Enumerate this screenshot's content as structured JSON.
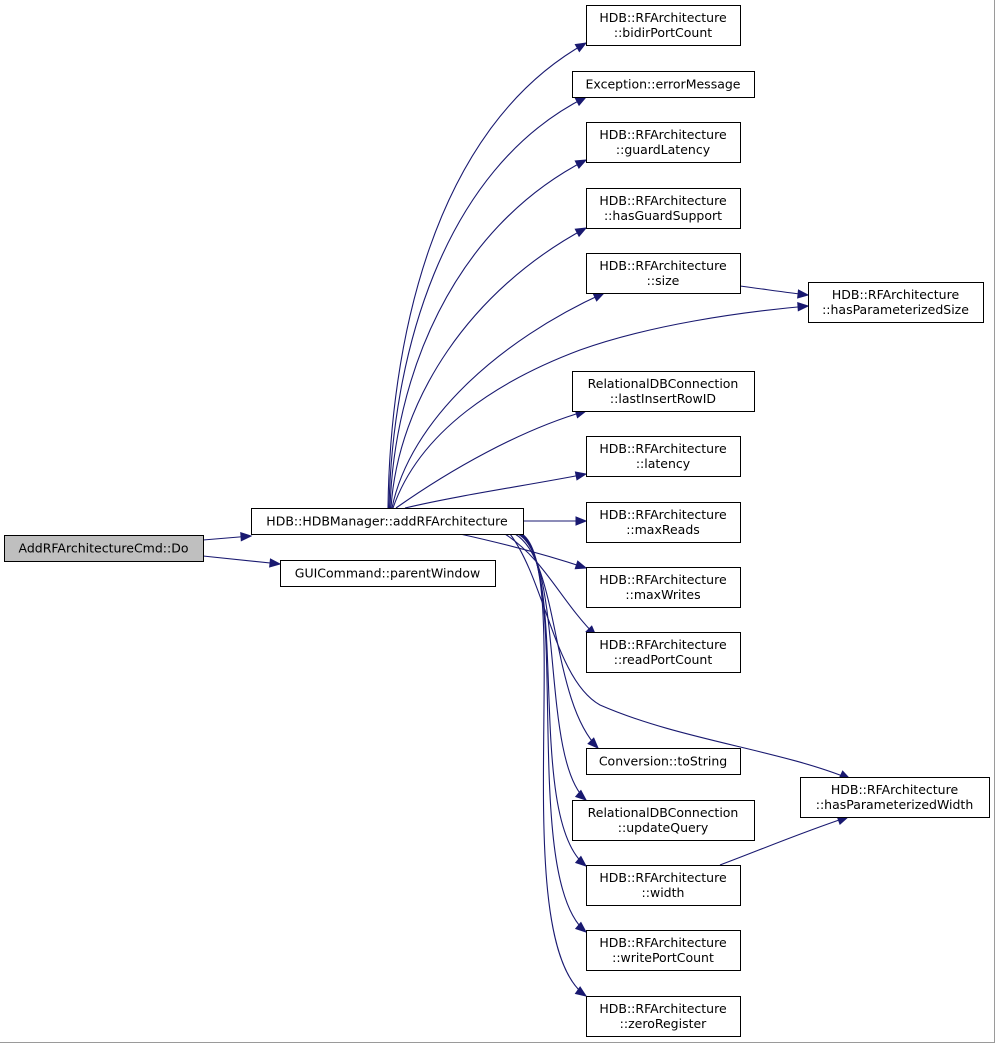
{
  "diagram": {
    "nodes": [
      {
        "id": "root",
        "lines": [
          "AddRFArchitectureCmd::Do"
        ]
      },
      {
        "id": "addrf",
        "lines": [
          "HDB::HDBManager::addRFArchitecture"
        ]
      },
      {
        "id": "parentwindow",
        "lines": [
          "GUICommand::parentWindow"
        ]
      },
      {
        "id": "bidir",
        "lines": [
          "HDB::RFArchitecture",
          "::bidirPortCount"
        ]
      },
      {
        "id": "errmsg",
        "lines": [
          "Exception::errorMessage"
        ]
      },
      {
        "id": "guardlat",
        "lines": [
          "HDB::RFArchitecture",
          "::guardLatency"
        ]
      },
      {
        "id": "hasguard",
        "lines": [
          "HDB::RFArchitecture",
          "::hasGuardSupport"
        ]
      },
      {
        "id": "size",
        "lines": [
          "HDB::RFArchitecture",
          "::size"
        ]
      },
      {
        "id": "hasparamsize",
        "lines": [
          "HDB::RFArchitecture",
          "::hasParameterizedSize"
        ]
      },
      {
        "id": "lastinsert",
        "lines": [
          "RelationalDBConnection",
          "::lastInsertRowID"
        ]
      },
      {
        "id": "latency",
        "lines": [
          "HDB::RFArchitecture",
          "::latency"
        ]
      },
      {
        "id": "maxreads",
        "lines": [
          "HDB::RFArchitecture",
          "::maxReads"
        ]
      },
      {
        "id": "maxwrites",
        "lines": [
          "HDB::RFArchitecture",
          "::maxWrites"
        ]
      },
      {
        "id": "readport",
        "lines": [
          "HDB::RFArchitecture",
          "::readPortCount"
        ]
      },
      {
        "id": "tostring",
        "lines": [
          "Conversion::toString"
        ]
      },
      {
        "id": "hasparamwidth",
        "lines": [
          "HDB::RFArchitecture",
          "::hasParameterizedWidth"
        ]
      },
      {
        "id": "updatequery",
        "lines": [
          "RelationalDBConnection",
          "::updateQuery"
        ]
      },
      {
        "id": "width",
        "lines": [
          "HDB::RFArchitecture",
          "::width"
        ]
      },
      {
        "id": "writeport",
        "lines": [
          "HDB::RFArchitecture",
          "::writePortCount"
        ]
      },
      {
        "id": "zeroreg",
        "lines": [
          "HDB::RFArchitecture",
          "::zeroRegister"
        ]
      }
    ],
    "edges": [
      [
        "root",
        "addrf"
      ],
      [
        "root",
        "parentwindow"
      ],
      [
        "addrf",
        "bidir"
      ],
      [
        "addrf",
        "errmsg"
      ],
      [
        "addrf",
        "guardlat"
      ],
      [
        "addrf",
        "hasguard"
      ],
      [
        "addrf",
        "size"
      ],
      [
        "addrf",
        "hasparamsize"
      ],
      [
        "addrf",
        "lastinsert"
      ],
      [
        "addrf",
        "latency"
      ],
      [
        "addrf",
        "maxreads"
      ],
      [
        "addrf",
        "maxwrites"
      ],
      [
        "addrf",
        "readport"
      ],
      [
        "addrf",
        "hasparamwidth"
      ],
      [
        "addrf",
        "tostring"
      ],
      [
        "addrf",
        "updatequery"
      ],
      [
        "addrf",
        "width"
      ],
      [
        "addrf",
        "writeport"
      ],
      [
        "addrf",
        "zeroreg"
      ],
      [
        "size",
        "hasparamsize"
      ],
      [
        "width",
        "hasparamwidth"
      ]
    ]
  }
}
